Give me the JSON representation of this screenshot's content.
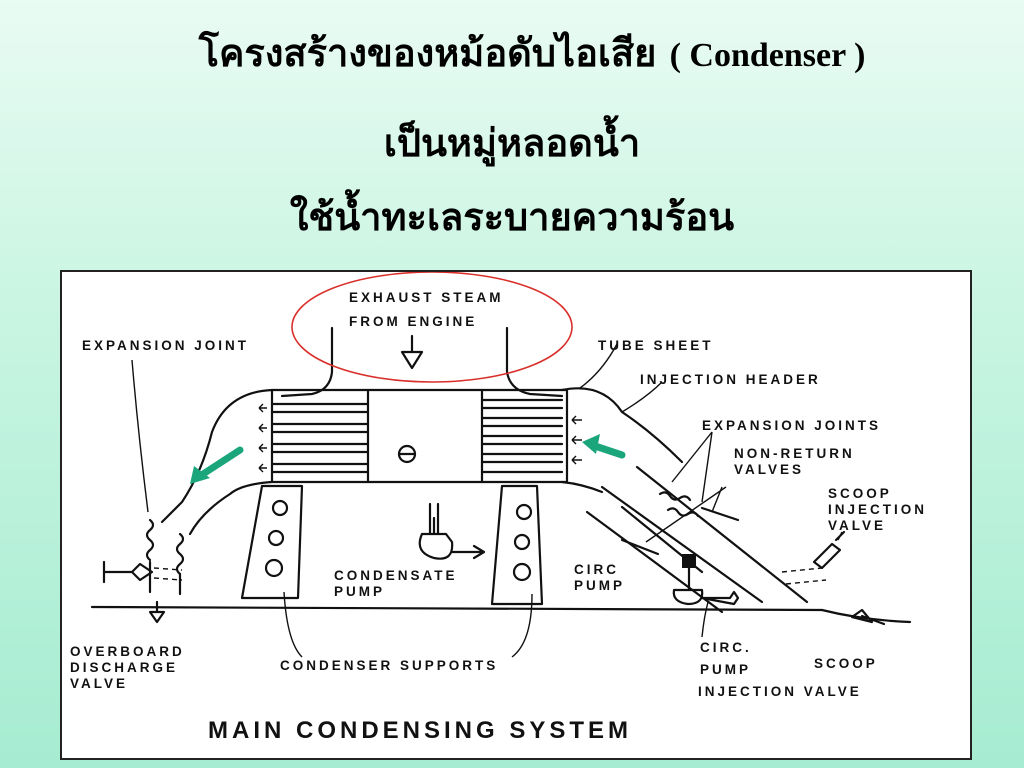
{
  "title": {
    "line1": "โครงสร้างของหม้อดับไอเสีย",
    "line1_en": "( Condenser )",
    "line2": "เป็นหมู่หลอดน้ำ",
    "line3": "ใช้น้ำทะเลระบายความร้อน"
  },
  "diagram": {
    "caption": "MAIN CONDENSING SYSTEM",
    "labels": {
      "exhaust_1": "EXHAUST STEAM",
      "exhaust_2": "FROM ENGINE",
      "expansion_joint": "EXPANSION JOINT",
      "tube_sheet": "TUBE SHEET",
      "injection_header": "INJECTION HEADER",
      "expansion_joints": "EXPANSION JOINTS",
      "non_return_1": "NON-RETURN",
      "non_return_2": "VALVES",
      "scoop_inj_1": "SCOOP",
      "scoop_inj_2": "INJECTION",
      "scoop_inj_3": "VALVE",
      "condensate_1": "CONDENSATE",
      "condensate_2": "PUMP",
      "circ_pump_1": "CIRC",
      "circ_pump_2": "PUMP",
      "overboard_1": "OVERBOARD",
      "overboard_2": "DISCHARGE",
      "overboard_3": "VALVE",
      "supports": "CONDENSER SUPPORTS",
      "circ_inj_1": "CIRC.",
      "circ_inj_2": "PUMP",
      "circ_inj_3": "INJECTION VALVE",
      "scoop": "SCOOP"
    },
    "colors": {
      "highlight_ellipse": "#d9302c",
      "flow_arrows": "#1aa67a"
    }
  }
}
